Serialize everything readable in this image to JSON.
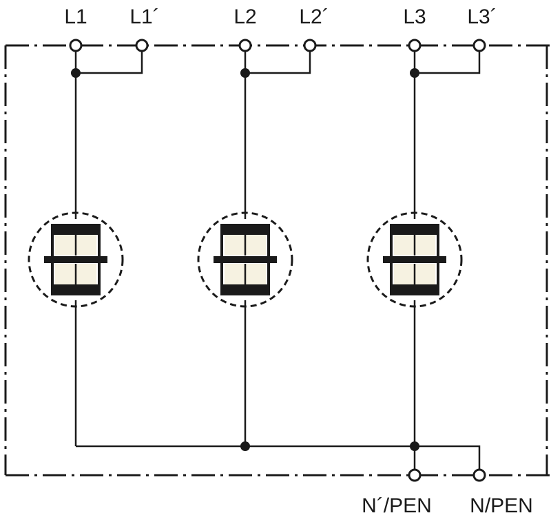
{
  "terminals": {
    "top": [
      "L1",
      "L1´",
      "L2",
      "L2´",
      "L3",
      "L3´"
    ],
    "bottom": [
      "N´/PEN",
      "N/PEN"
    ]
  },
  "components": [
    {
      "id": "spd-l1",
      "icon": "gas-discharge-tube-icon"
    },
    {
      "id": "spd-l2",
      "icon": "gas-discharge-tube-icon"
    },
    {
      "id": "spd-l3",
      "icon": "gas-discharge-tube-icon"
    }
  ],
  "colors": {
    "line": "#1a1a1a",
    "tube-fill": "#f6f2e1",
    "background": "#ffffff"
  }
}
